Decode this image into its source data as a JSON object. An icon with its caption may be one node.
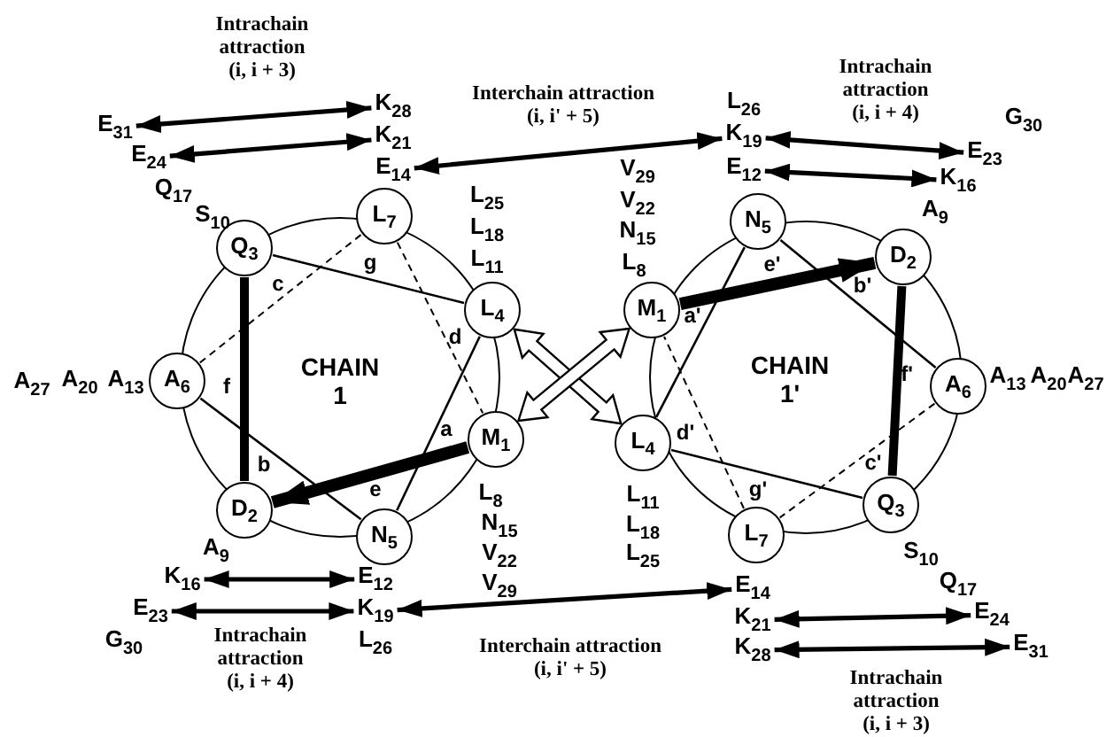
{
  "diagram": {
    "nodes": [
      {
        "text": [
          "E$_{31}$"
        ]
      },
      {
        "text": [
          "K$_{28}$"
        ]
      },
      {
        "text": [
          "E$_{24}$"
        ]
      },
      {
        "text": [
          "K$_{21}$"
        ]
      },
      {
        "text": [
          "E$_{14}$"
        ]
      },
      {
        "text": [
          "K$_{19}$"
        ]
      },
      {
        "text": [
          "E$_{23}$"
        ]
      },
      {
        "text": [
          "E$_{12}$"
        ]
      },
      {
        "text": [
          "K$_{16}$"
        ]
      },
      {
        "text": [
          "Q$_{3}$"
        ],
        "beside": [
          "Q$_{17}$",
          "S$_{10}$"
        ]
      },
      {
        "text": [
          "L$_{7}$"
        ]
      },
      {
        "text": [
          "L$_{4}$"
        ],
        "beside": [
          "L$_{25}$",
          "L$_{18}$",
          "L$_{11}$"
        ]
      },
      {
        "text": [
          "A$_{6}$"
        ],
        "beside": [
          "A$_{27}$",
          "A$_{20}$",
          "A$_{13}$"
        ]
      },
      {
        "text": [
          "M$_{1}$"
        ],
        "beside": [
          "L$_{8}$",
          "N$_{15}$",
          "V$_{22}$",
          "V$_{29}$"
        ]
      },
      {
        "text": [
          "D$_{2}$"
        ],
        "beside": [
          "A$_{9}$"
        ]
      },
      {
        "text": [
          "N$_{5}$"
        ]
      },
      {
        "text": [
          "N$_{5}$"
        ]
      },
      {
        "text": [
          "D$_{2}$"
        ],
        "beside": [
          "A$_{9}$"
        ]
      },
      {
        "text": [
          "M$_{1}$"
        ],
        "beside": [
          "V$_{29}$",
          "V$_{22}$",
          "N$_{15}$",
          "L$_{8}$"
        ]
      },
      {
        "text": [
          "A$_{6}$"
        ],
        "beside": [
          "A$_{13}$",
          "A$_{20}$",
          "A$_{27}$"
        ]
      },
      {
        "text": [
          "L$_{4}$"
        ],
        "beside": [
          "L$_{11}$",
          "L$_{18}$",
          "L$_{25}$"
        ]
      },
      {
        "text": [
          "Q$_{3}$"
        ],
        "beside": [
          "S$_{10}$",
          "Q$_{17}$"
        ]
      },
      {
        "text": [
          "L$_{7}$"
        ]
      },
      {
        "text": [
          "K$_{16}$"
        ]
      },
      {
        "text": [
          "E$_{12}$"
        ]
      },
      {
        "text": [
          "E$_{23}$"
        ]
      },
      {
        "text": [
          "K$_{19}$"
        ]
      },
      {
        "text": [
          "E$_{14}$"
        ]
      },
      {
        "text": [
          "K$_{21}$"
        ]
      },
      {
        "text": [
          "E$_{24}$"
        ]
      },
      {
        "text": [
          "K$_{28}$"
        ]
      },
      {
        "text": [
          "E$_{31}$"
        ]
      }
    ],
    "edges": [
      {
        "from": 0,
        "to": 1,
        "arrow": "both"
      },
      {
        "from": 2,
        "to": 3,
        "arrow": "both"
      },
      {
        "from": 4,
        "to": 5,
        "arrow": "both"
      },
      {
        "from": 5,
        "to": 6,
        "arrow": "both"
      },
      {
        "from": 7,
        "to": 8,
        "arrow": "both"
      },
      {
        "from": 11,
        "to": 20,
        "arrow": "both"
      },
      {
        "from": 13,
        "to": 18,
        "arrow": "both"
      },
      {
        "from": 13,
        "to": 14,
        "arrow": "to",
        "style": "thick"
      },
      {
        "from": 14,
        "to": 9,
        "arrow": "none",
        "style": "thick"
      },
      {
        "from": 9,
        "to": 11,
        "arrow": "none"
      },
      {
        "from": 11,
        "to": 15,
        "arrow": "none"
      },
      {
        "from": 15,
        "to": 12,
        "arrow": "none"
      },
      {
        "from": 12,
        "to": 10,
        "arrow": "none",
        "style": "dashed"
      },
      {
        "from": 10,
        "to": 13,
        "arrow": "none",
        "style": "dashed"
      },
      {
        "from": 18,
        "to": 17,
        "arrow": "to",
        "style": "thick"
      },
      {
        "from": 17,
        "to": 21,
        "arrow": "none",
        "style": "thick"
      },
      {
        "from": 21,
        "to": 20,
        "arrow": "none"
      },
      {
        "from": 20,
        "to": 16,
        "arrow": "none"
      },
      {
        "from": 16,
        "to": 19,
        "arrow": "none"
      },
      {
        "from": 19,
        "to": 22,
        "arrow": "none",
        "style": "dashed"
      },
      {
        "from": 22,
        "to": 18,
        "arrow": "none",
        "style": "dashed"
      },
      {
        "from": 23,
        "to": 24,
        "arrow": "both"
      },
      {
        "from": 25,
        "to": 26,
        "arrow": "both"
      },
      {
        "from": 26,
        "to": 27,
        "arrow": "both"
      },
      {
        "from": 28,
        "to": 29,
        "arrow": "both"
      },
      {
        "from": 30,
        "to": 31,
        "arrow": "both"
      }
    ],
    "labels": [
      "Intrachain attraction (i, i + 3)",
      "Interchain attraction (i, i' + 5)",
      "Intrachain attraction (i, i + 4)",
      "L$_{26}$",
      "G$_{30}$",
      "c",
      "g",
      "d",
      "CHAIN 1",
      "f",
      "a",
      "b",
      "e",
      "e'",
      "b'",
      "a'",
      "CHAIN 1'",
      "f'",
      "d'",
      "c'",
      "g'",
      "G$_{30}$",
      "L$_{26}$",
      "Intrachain attraction (i, i + 4)",
      "Interchain attraction (i, i' + 5)",
      "Intrachain attraction (i, i + 3)"
    ]
  }
}
